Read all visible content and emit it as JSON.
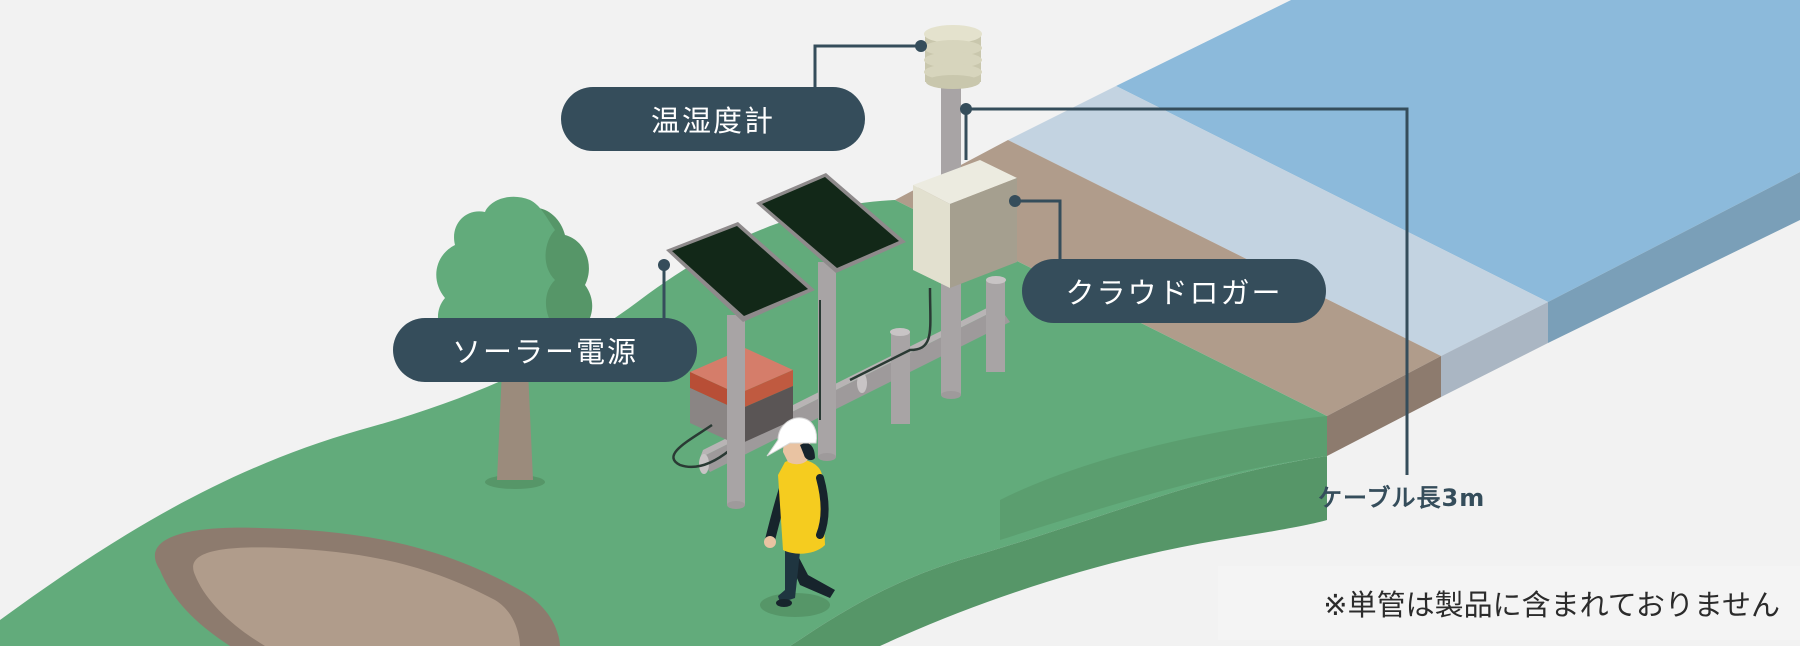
{
  "labels": {
    "sensor": "温湿度計",
    "logger": "クラウドロガー",
    "solar": "ソーラー電源",
    "cable": "ケーブル長3m"
  },
  "note": "※単管は製品に含まれておりません",
  "colors": {
    "background": "#f2f2f2",
    "grass": "#62ab7b",
    "grass_dark": "#569668",
    "soil": "#b09c8b",
    "water": "#8cbadb",
    "label_bg": "#354d5b",
    "solar_panel": "#122818",
    "worker_vest": "#f5cc1f"
  }
}
